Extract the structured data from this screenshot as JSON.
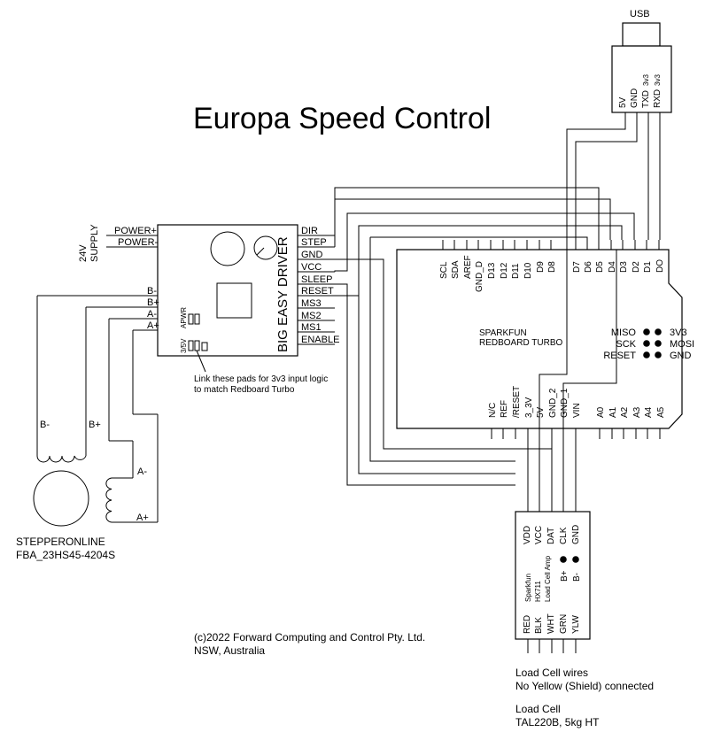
{
  "title": "Europa Speed Control",
  "usb": {
    "label": "USB",
    "pins": [
      "5V",
      "GND",
      "TXD",
      "RXD"
    ],
    "pin_suffix": "3v3"
  },
  "supply": {
    "label_line1": "24V",
    "label_line2": "SUPPLY",
    "wires": [
      "POWER+",
      "POWER-"
    ]
  },
  "driver": {
    "name": "BIG EASY DRIVER",
    "left_pins": [
      "B-",
      "B+",
      "A-",
      "A+"
    ],
    "right_pins": [
      "DIR",
      "STEP",
      "GND",
      "VCC",
      "SLEEP",
      "RESET",
      "MS3",
      "MS2",
      "MS1",
      "ENABLE"
    ],
    "pad_labels": [
      "APWR",
      "3/5V"
    ],
    "note_line1": "Link these pads for 3v3 input logic",
    "note_line2": "to match Redboard Turbo"
  },
  "redboard": {
    "name_line1": "SPARKFUN",
    "name_line2": "REDBOARD TURBO",
    "top_left_pins": [
      "SCL",
      "SDA",
      "AREF",
      "GND_D",
      "D13",
      "D12",
      "D11",
      "D10",
      "D9",
      "D8"
    ],
    "top_right_pins": [
      "D7",
      "D6",
      "D5",
      "D4",
      "D3",
      "D2",
      "D1",
      "DO"
    ],
    "bottom_left_pins": [
      "N/C",
      "REF",
      "/RESET",
      "3_3V",
      "5V",
      "GND_2",
      "GND_1",
      "VIN"
    ],
    "bottom_right_pins": [
      "A0",
      "A1",
      "A2",
      "A3",
      "A4",
      "A5"
    ],
    "icsp_left": [
      "MISO",
      "SCK",
      "RESET"
    ],
    "icsp_right": [
      "3V3",
      "MOSI",
      "GND"
    ]
  },
  "motor": {
    "labels": [
      "B-",
      "B+",
      "A-",
      "A+"
    ],
    "name_line1": "STEPPERONLINE",
    "name_line2": "FBA_23HS45-4204S"
  },
  "hx711": {
    "top_pins": [
      "VDD",
      "VCC",
      "DAT",
      "CLK",
      "GND"
    ],
    "name_lines": [
      "Sparkfun",
      "HX711",
      "Load Cell Amp"
    ],
    "b_pins": [
      "B+",
      "B-"
    ],
    "bottom_pins": [
      "RED",
      "BLK",
      "WHT",
      "GRN",
      "YLW"
    ]
  },
  "copyright": {
    "line1": "(c)2022 Forward Computing and Control Pty. Ltd.",
    "line2": "NSW, Australia"
  },
  "wires_note": {
    "line1": "Load Cell wires",
    "line2": "No Yellow (Shield) connected"
  },
  "load_cell": {
    "line1": "Load Cell",
    "line2": "TAL220B, 5kg HT"
  }
}
